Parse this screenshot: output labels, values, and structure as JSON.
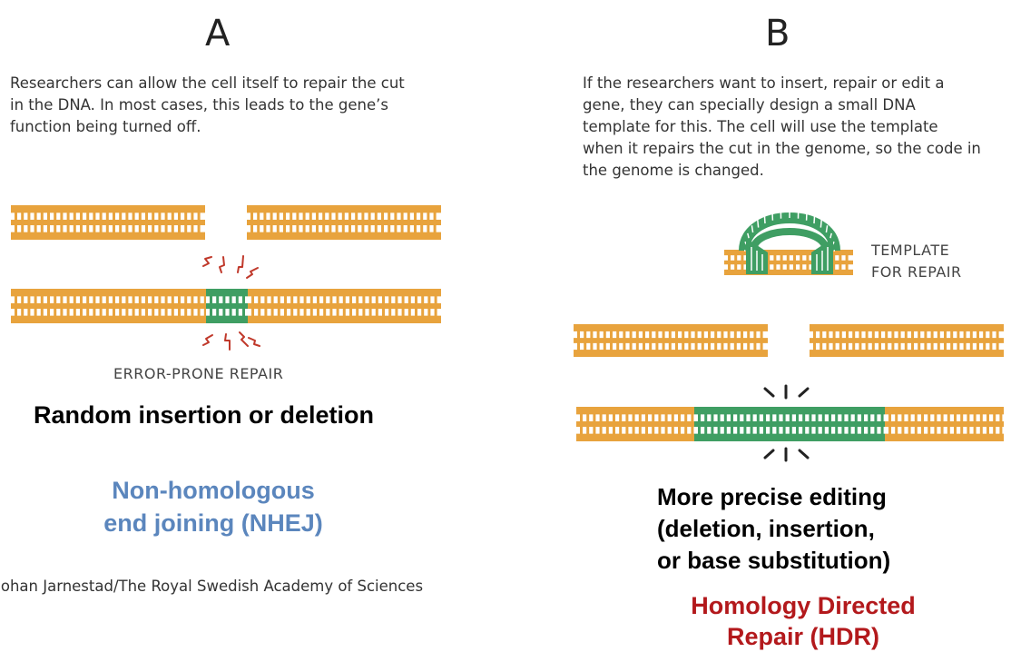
{
  "panel_a": {
    "letter": "A",
    "description_lines": [
      "Researchers can allow the cell itself to repair the cut",
      "in the DNA. In most cases, this leads to the gene’s",
      "function being turned off."
    ],
    "repair_label": "ERROR-PRONE REPAIR",
    "outcome": "Random insertion or deletion",
    "method_lines": [
      "Non-homologous",
      "end joining (NHEJ)"
    ],
    "credit": "Johan Jarnestad/The Royal Swedish Academy of Sciences"
  },
  "panel_b": {
    "letter": "B",
    "description_lines": [
      "If the researchers want to insert, repair or edit a",
      "gene, they can specially design a small DNA",
      "template for this. The cell will use the template",
      "when it repairs the cut in the genome, so the code in",
      "the genome is changed."
    ],
    "template_label_lines": [
      "TEMPLATE",
      "FOR REPAIR"
    ],
    "outcome_lines": [
      "More precise editing",
      "(deletion, insertion,",
      "or base substitution)"
    ],
    "method_lines": [
      "Homology Directed",
      "Repair (HDR)"
    ]
  },
  "colors": {
    "dna_orange": "#e8a33d",
    "dna_green": "#3f9e63",
    "spark_red": "#c0392b",
    "spark_black": "#222222",
    "method_blue": "#5b86bd",
    "method_red": "#b3191c"
  }
}
